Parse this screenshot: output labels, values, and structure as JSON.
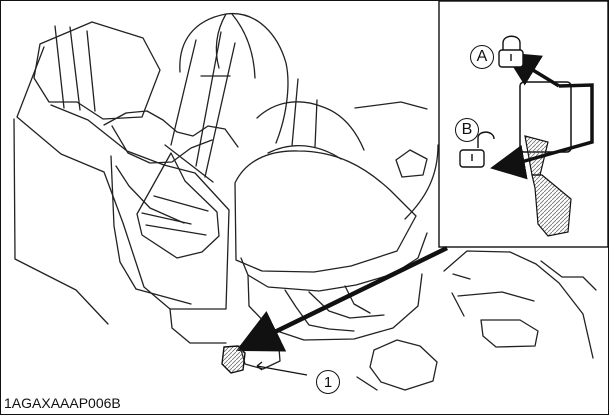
{
  "figure": {
    "code": "1AGAXAAAP006B",
    "callouts": {
      "a": "A",
      "b": "B",
      "one": "1"
    },
    "colors": {
      "line": "#111111",
      "arrow": "#111111",
      "background": "#ffffff",
      "hatch": "#8a8a8a"
    },
    "icons": {
      "locked": "padlock-closed-icon",
      "unlocked": "padlock-open-icon"
    }
  }
}
